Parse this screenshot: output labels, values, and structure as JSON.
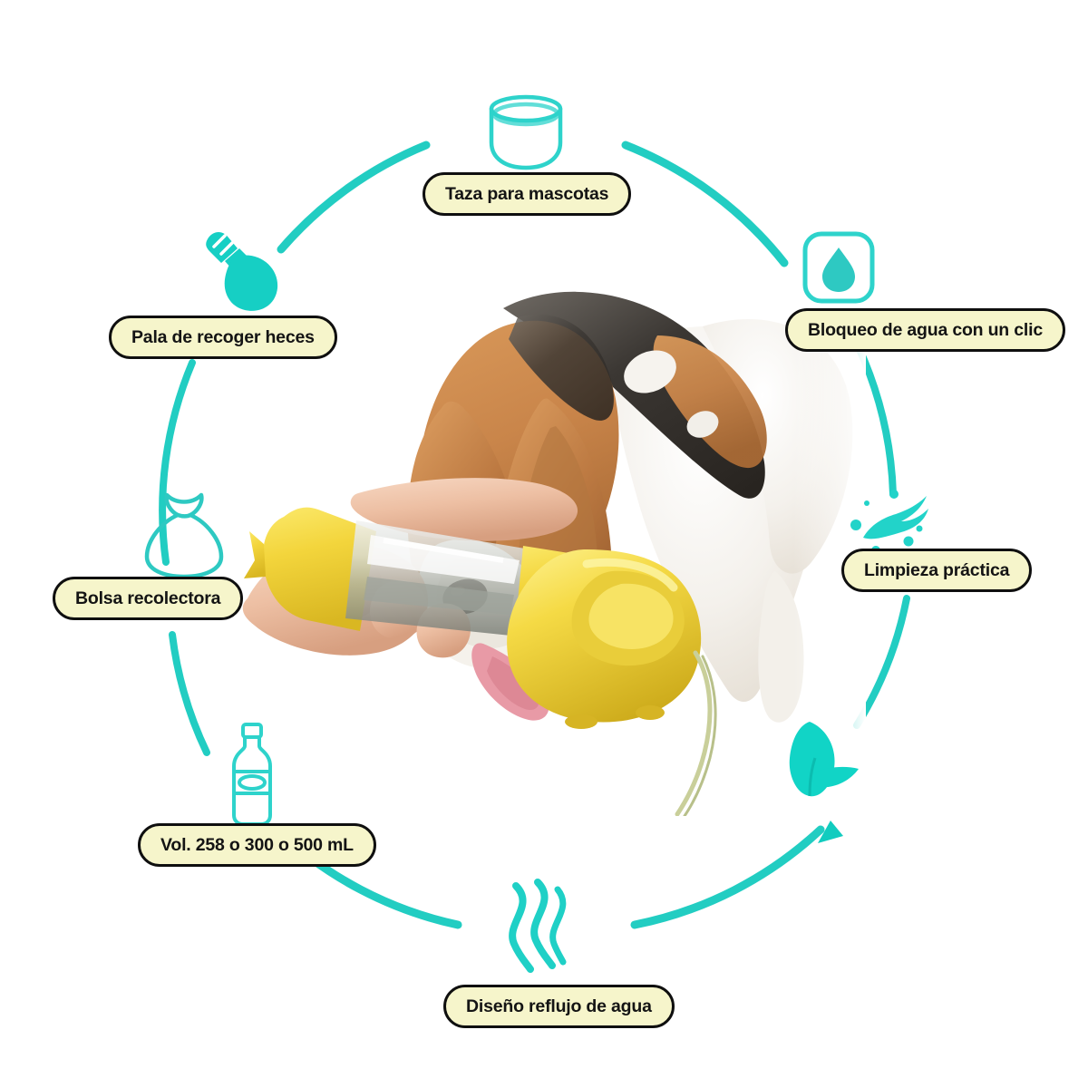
{
  "page": {
    "title": "Botella de agua portatil para mascotas - caracteristicas",
    "background_color": "#ffffff",
    "accent_color": "#1fd1c6",
    "label_fill_color": "#f6f5cb",
    "label_border_color": "#0f0f0f",
    "label_text_color": "#141414"
  },
  "center_image": {
    "description": "Mano sosteniendo botella amarilla portatil mientras un perro beagle bebe del tazon",
    "product_color": "#f2d33a",
    "dog_breed": "beagle"
  },
  "features": [
    {
      "id": "pet-cup",
      "label": "Taza para mascotas",
      "icon": "pet-cup-icon",
      "position": "top"
    },
    {
      "id": "water-lock",
      "label": "Bloqueo de agua con un clic",
      "icon": "water-drop-lock-icon",
      "position": "top-right"
    },
    {
      "id": "easy-clean",
      "label": "Limpieza práctica",
      "icon": "water-splash-icon",
      "position": "right"
    },
    {
      "id": "eco-leaf",
      "label": "",
      "icon": "leaf-icon",
      "position": "bottom-right"
    },
    {
      "id": "backflow-design",
      "label": "Diseño reflujo de agua",
      "icon": "water-flow-waves-icon",
      "position": "bottom"
    },
    {
      "id": "volume",
      "label": "Vol. 258 o 300 o 500 mL",
      "icon": "bottle-icon",
      "position": "bottom-left"
    },
    {
      "id": "collection-bag",
      "label": "Bolsa recolectora",
      "icon": "tied-bag-icon",
      "position": "left"
    },
    {
      "id": "poop-scoop",
      "label": "Pala de recoger heces",
      "icon": "shovel-scoop-icon",
      "position": "top-left"
    }
  ]
}
